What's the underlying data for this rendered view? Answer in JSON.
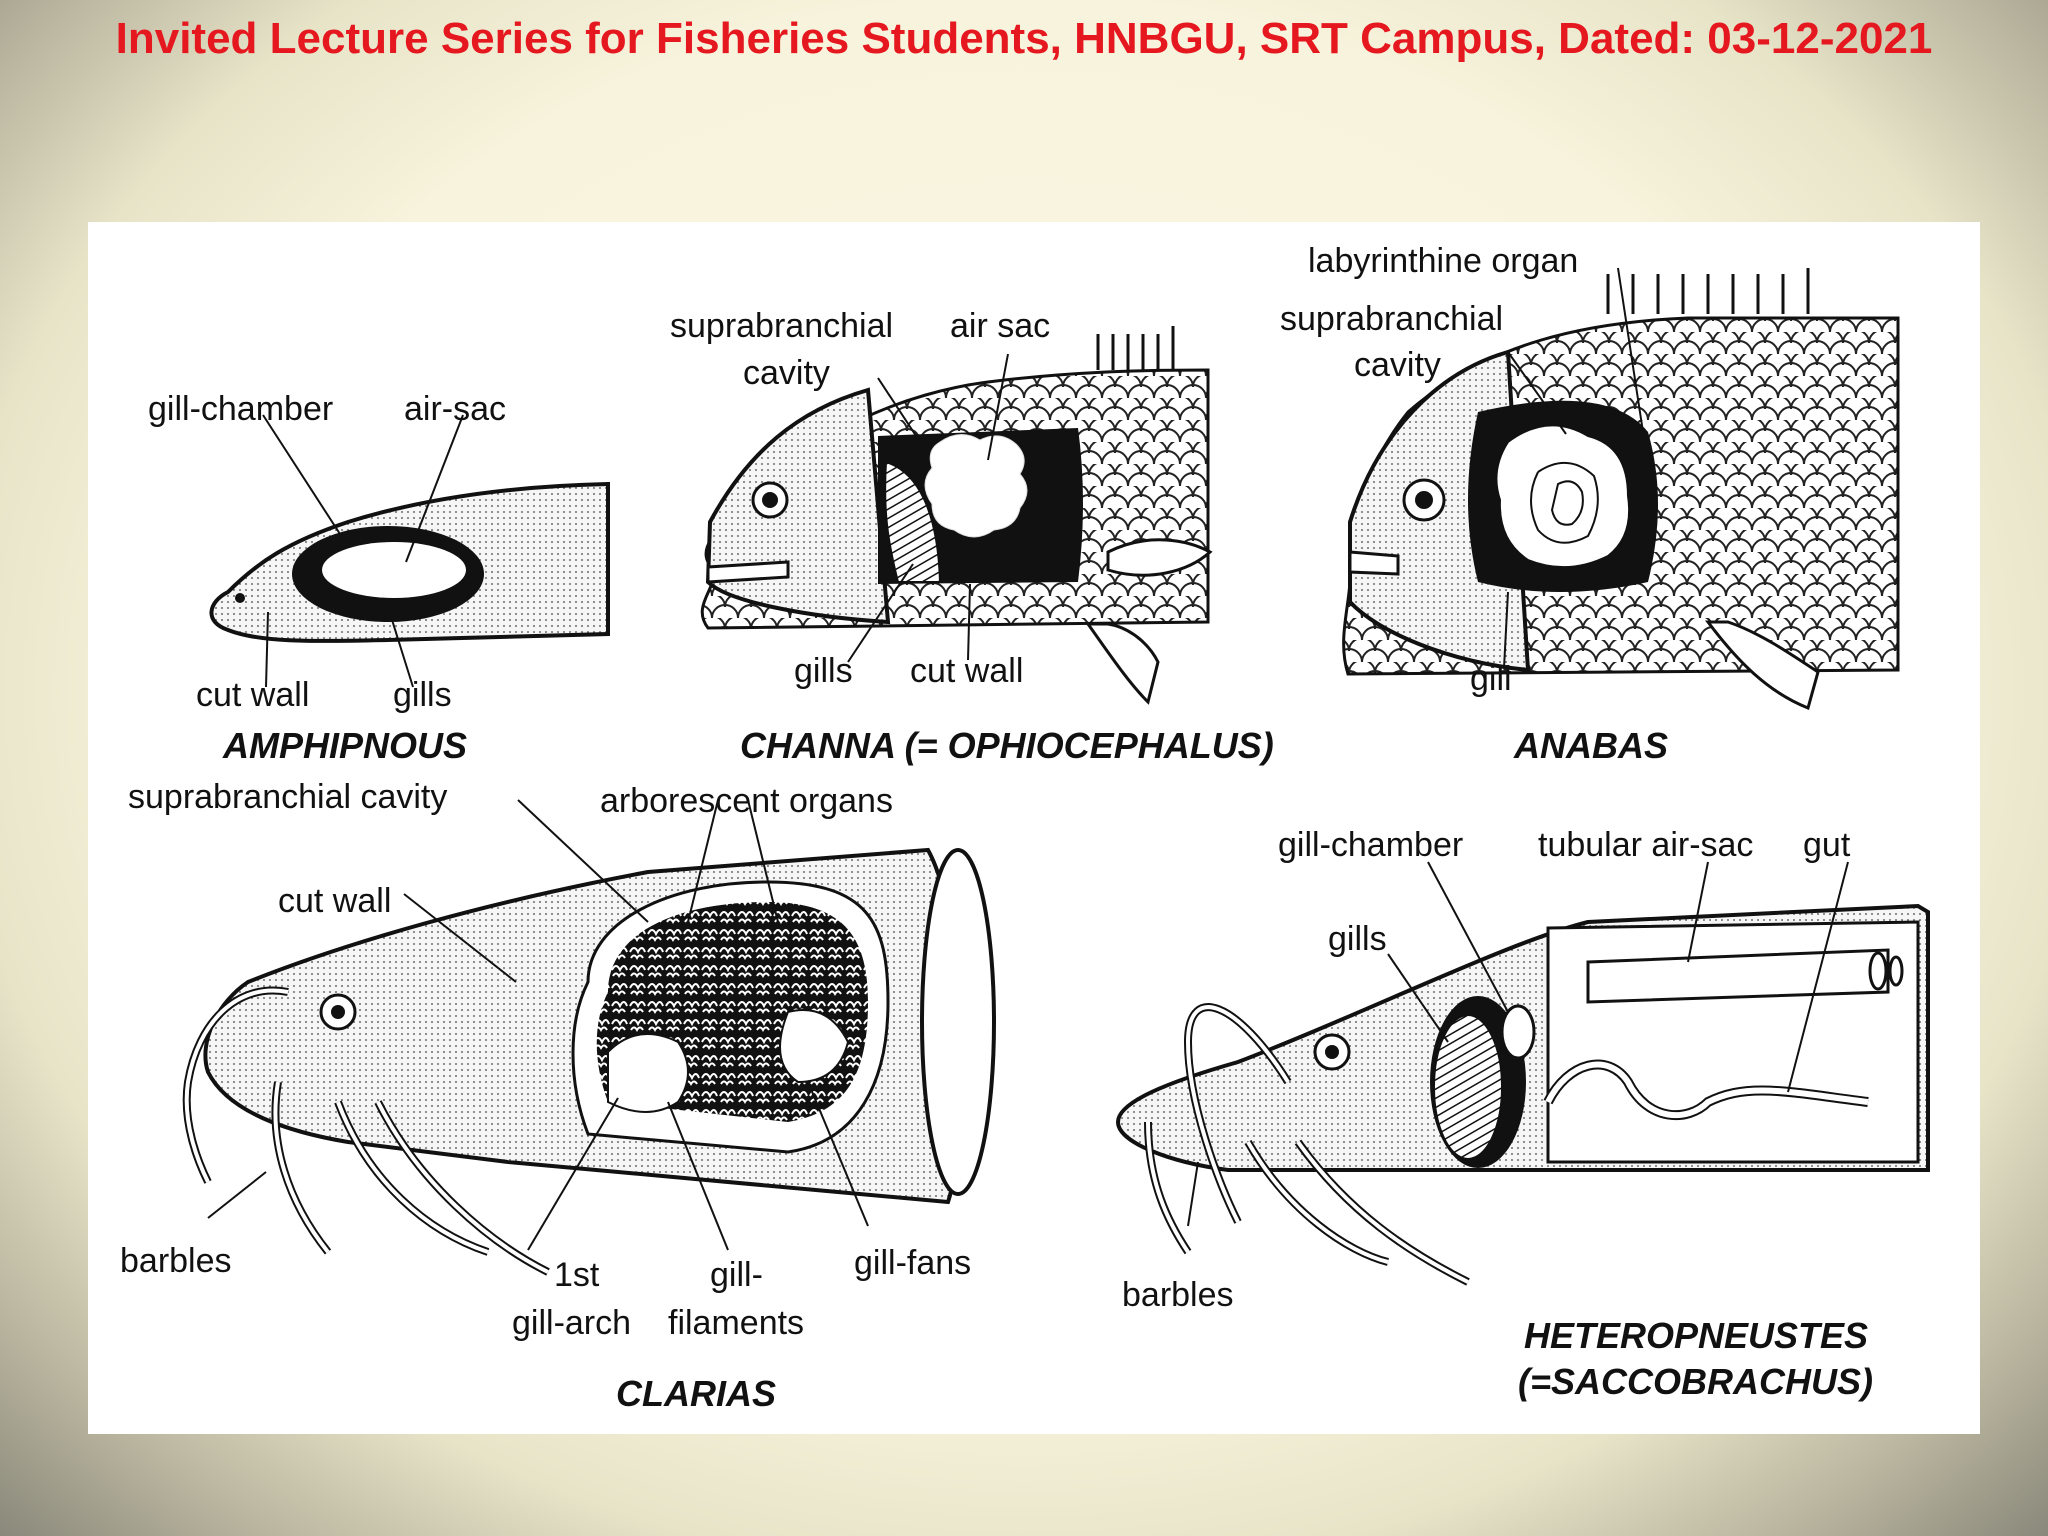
{
  "slide_title": "Invited Lecture Series for Fisheries Students, HNBGU, SRT Campus, Dated: 03-12-2021",
  "figures": {
    "amphipnous": {
      "caption": "AMPHIPNOUS",
      "labels": {
        "gill_chamber": "gill-chamber",
        "air_sac": "air-sac",
        "cut_wall": "cut wall",
        "gills": "gills"
      }
    },
    "channa": {
      "caption": "CHANNA (= OPHIOCEPHALUS)",
      "labels": {
        "suprabranchial_1": "suprabranchial",
        "suprabranchial_2": "cavity",
        "air_sac": "air sac",
        "gills": "gills",
        "cut_wall": "cut wall"
      }
    },
    "anabas": {
      "caption": "ANABAS",
      "labels": {
        "labyrinthine_organ": "labyrinthine organ",
        "suprabranchial_1": "suprabranchial",
        "suprabranchial_2": "cavity",
        "gill": "gill"
      }
    },
    "clarias": {
      "caption": "CLARIAS",
      "labels": {
        "suprabranchial_cavity": "suprabranchial cavity",
        "arborescent_organs": "arborescent organs",
        "cut_wall": "cut wall",
        "barbles": "barbles",
        "first_gill_arch_1": "1st",
        "first_gill_arch_2": "gill-arch",
        "gill_filaments_1": "gill-",
        "gill_filaments_2": "filaments",
        "gill_fans": "gill-fans"
      }
    },
    "heteropneustes": {
      "caption_1": "HETEROPNEUSTES",
      "caption_2": "(=SACCOBRACHUS)",
      "labels": {
        "gill_chamber": "gill-chamber",
        "tubular_air_sac": "tubular air-sac",
        "gut": "gut",
        "gills": "gills",
        "barbles": "barbles"
      }
    }
  }
}
